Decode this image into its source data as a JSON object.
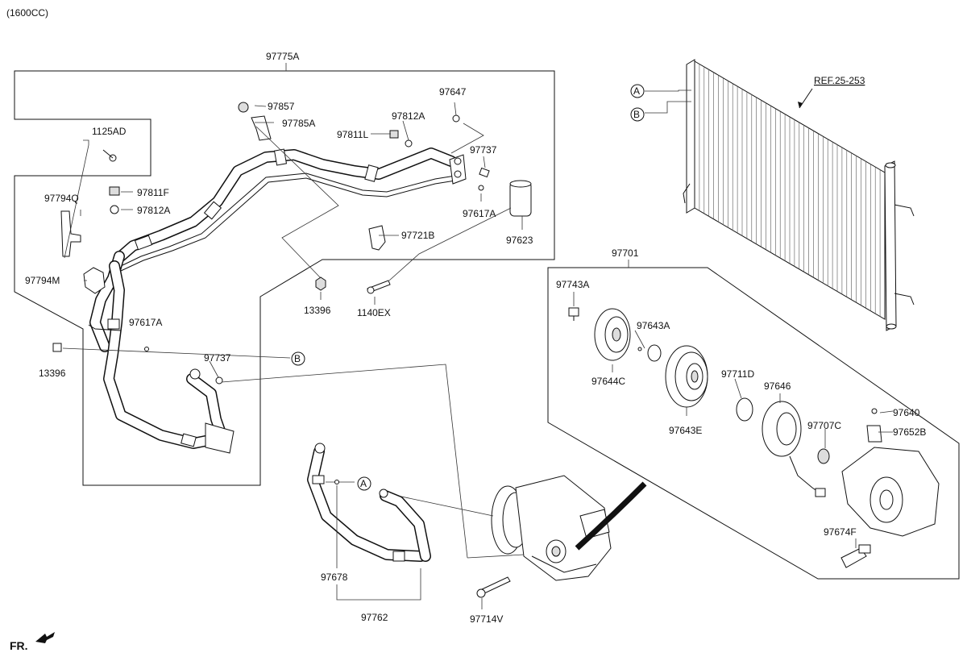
{
  "header": {
    "engine": "(1600CC)"
  },
  "ref_label": "REF.25-253",
  "front_label": "FR.",
  "circles": {
    "a": "A",
    "b": "B"
  },
  "labels": {
    "p97775A": "97775A",
    "p1125AD": "1125AD",
    "p97794Q": "97794Q",
    "p97794M": "97794M",
    "p97811F": "97811F",
    "p97812A_1": "97812A",
    "p97857": "97857",
    "p97785A": "97785A",
    "p97811L": "97811L",
    "p97812A_2": "97812A",
    "p97647": "97647",
    "p97737_1": "97737",
    "p97617A_1": "97617A",
    "p97623": "97623",
    "p97721B": "97721B",
    "p13396_1": "13396",
    "p1140EX": "1140EX",
    "p97617A_2": "97617A",
    "p13396_2": "13396",
    "p97737_2": "97737",
    "p97701": "97701",
    "p97743A": "97743A",
    "p97643A": "97643A",
    "p97644C": "97644C",
    "p97711D": "97711D",
    "p97643E": "97643E",
    "p97646": "97646",
    "p97640": "97640",
    "p97707C": "97707C",
    "p97652B": "97652B",
    "p97674F": "97674F",
    "p97678": "97678",
    "p97762": "97762",
    "p97714V": "97714V"
  }
}
